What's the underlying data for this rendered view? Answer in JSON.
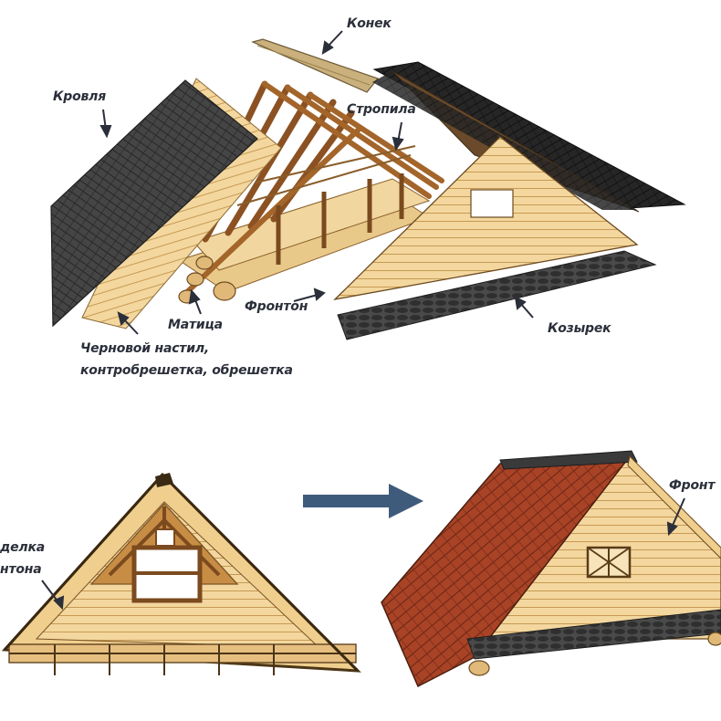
{
  "labels": {
    "ridge": "Конек",
    "roofing": "Кровля",
    "rafters": "Стропила",
    "gable": "Фронтон",
    "beam": "Матица",
    "visor": "Козырек",
    "decking_line1": "Черновой настил,",
    "decking_line2": "контробрешетка, обрешетка",
    "gable_finish_line1": "делка",
    "gable_finish_line2": "нтона",
    "gable_right": "Фронт"
  },
  "colors": {
    "shingle_dark": "#3d3d3d",
    "shingle_black": "#1f1f1f",
    "wood_light": "#f3d79e",
    "wood_mid": "#e2b56c",
    "rafter_brown": "#a4652a",
    "tile_red": "#9c3b22",
    "arrow_blue": "#3f5b7c",
    "outline": "#5a4426"
  }
}
